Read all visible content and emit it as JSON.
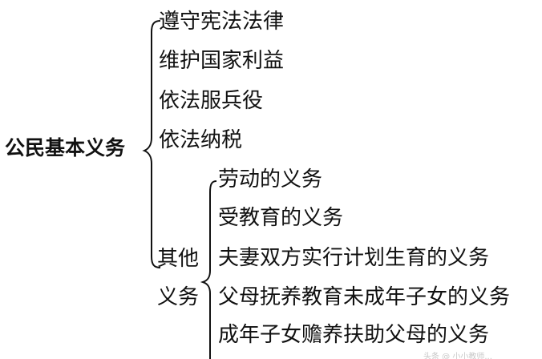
{
  "root": "公民基本义务",
  "duties": [
    "遵守宪法法律",
    "维护国家利益",
    "依法服兵役",
    "依法纳税"
  ],
  "other": {
    "label_line1": "其他",
    "label_line2": "义务",
    "items": [
      "劳动的义务",
      "受教育的义务",
      "夫妻双方实行计划生育的义务",
      "父母抚养教育未成年子女的义务",
      "成年子女赡养扶助父母的义务"
    ]
  },
  "watermark": "头条 @ 小小教师..."
}
